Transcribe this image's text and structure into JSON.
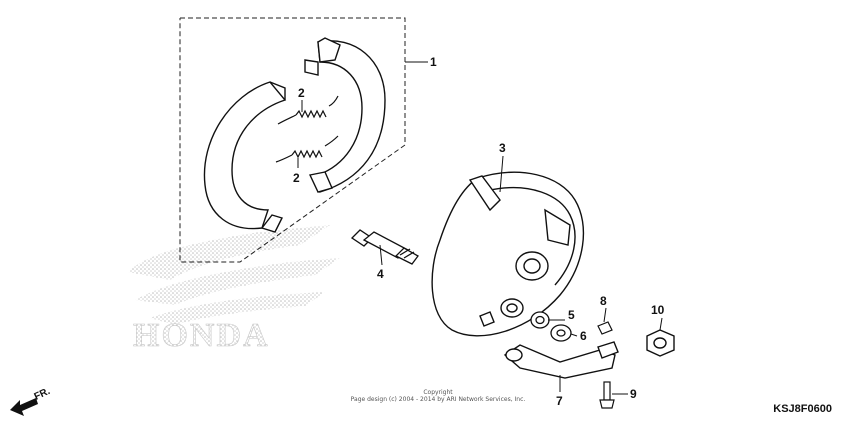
{
  "diagram": {
    "code": "KSJ8F0600",
    "copyright_line1": "Copyright",
    "copyright_line2": "Page design (c) 2004 - 2014 by ARI Network Services, Inc.",
    "watermark": "HONDA",
    "direction_label": "FR.",
    "callouts": [
      {
        "id": "1",
        "label": "1"
      },
      {
        "id": "2a",
        "label": "2"
      },
      {
        "id": "2b",
        "label": "2"
      },
      {
        "id": "3",
        "label": "3"
      },
      {
        "id": "4",
        "label": "4"
      },
      {
        "id": "5",
        "label": "5"
      },
      {
        "id": "6",
        "label": "6"
      },
      {
        "id": "7",
        "label": "7"
      },
      {
        "id": "8",
        "label": "8"
      },
      {
        "id": "9",
        "label": "9"
      },
      {
        "id": "10",
        "label": "10"
      }
    ]
  }
}
